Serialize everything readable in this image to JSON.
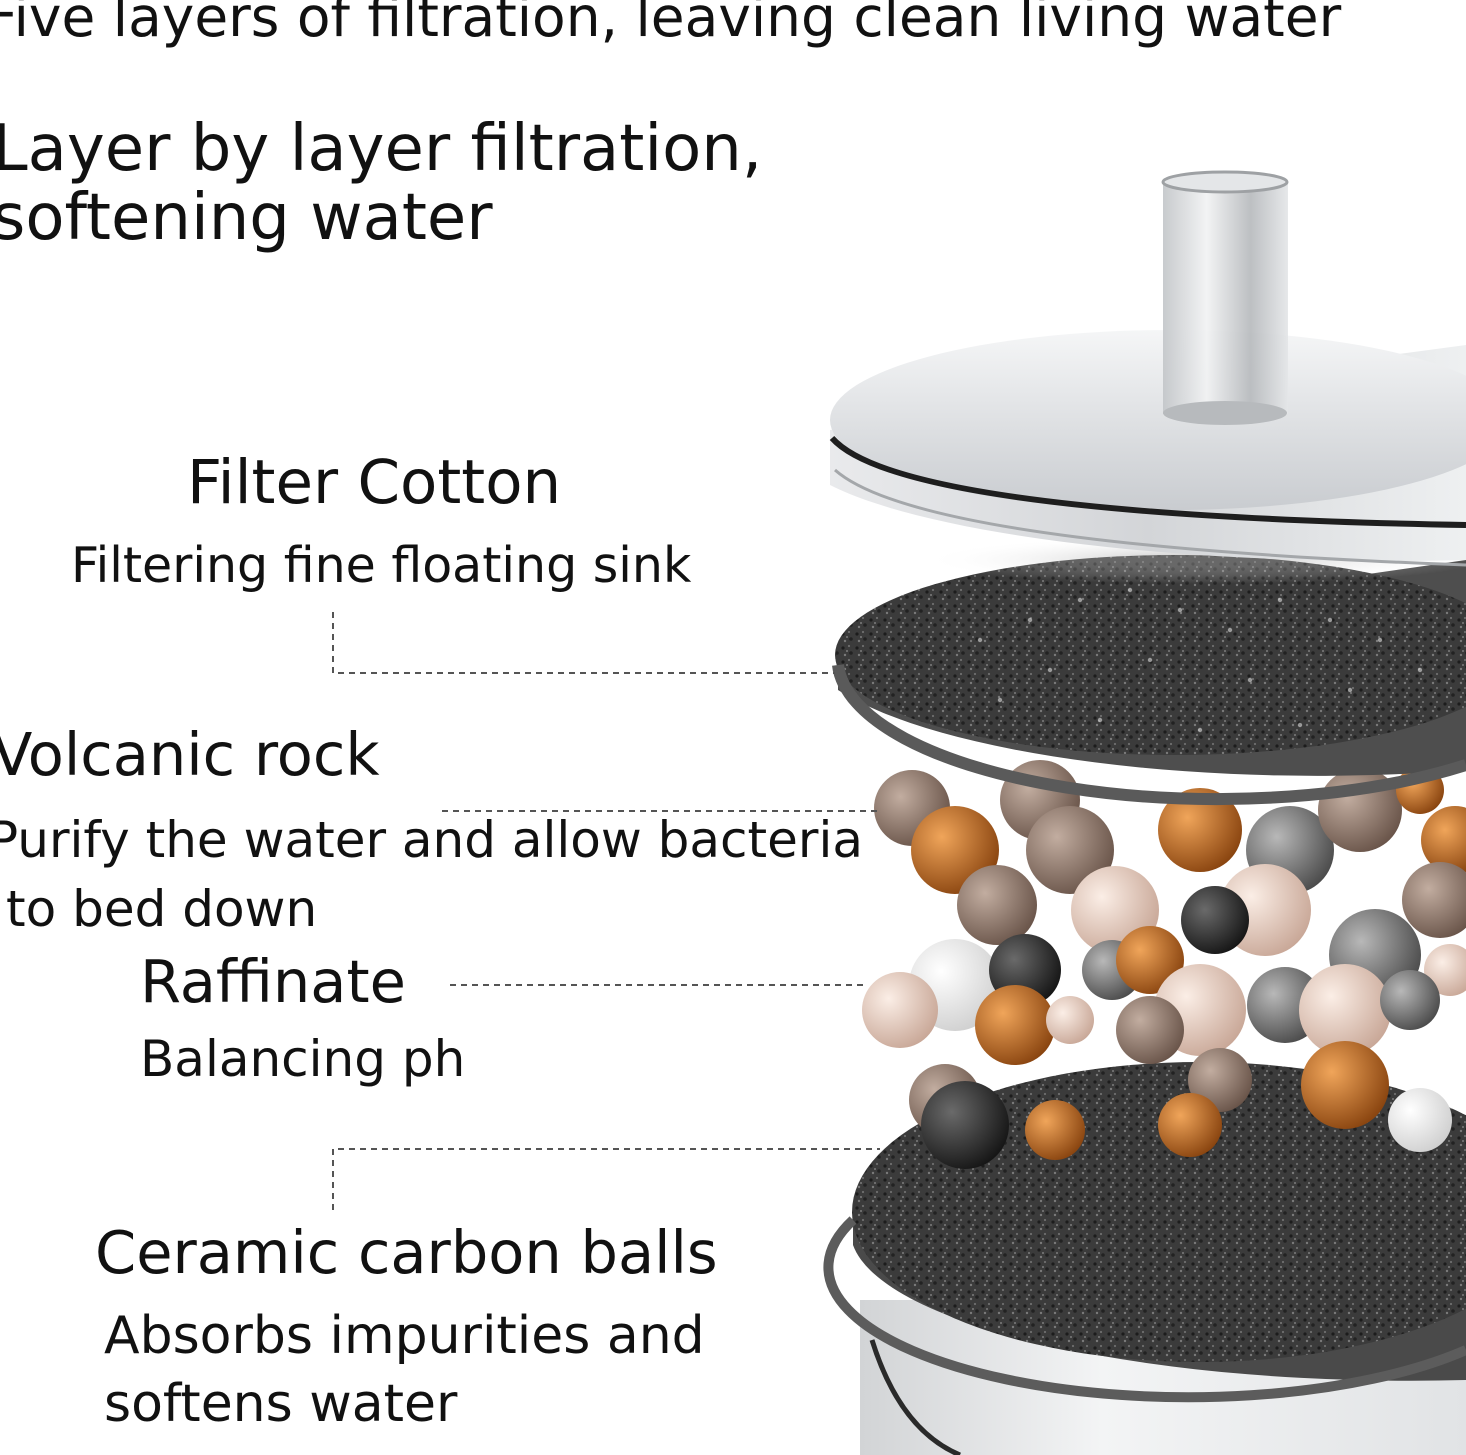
{
  "headline": "Five layers of filtration, leaving clean living water",
  "intro": {
    "line1": "Layer by layer filtration,",
    "line2": "softening water"
  },
  "layers": [
    {
      "title": "Filter Cotton",
      "desc_line1": "Filtering fine floating sink"
    },
    {
      "title": "Volcanic rock",
      "desc_line1": "Purify the water and allow bacteria",
      "desc_line2": "to bed down"
    },
    {
      "title": "Raffinate",
      "desc_line1": "Balancing ph"
    },
    {
      "title": "Ceramic carbon balls",
      "desc_line1": "Absorbs impurities and",
      "desc_line2": "softens water"
    }
  ],
  "colors": {
    "text": "#111111",
    "leader": "#555555",
    "sponge": "#3a3a3a",
    "cap": "#d9dbdd",
    "ball_brown": "#b86a22",
    "ball_pink": "#e6cfc2",
    "ball_gray": "#7a7a7a",
    "ball_taupe": "#9b8577"
  }
}
